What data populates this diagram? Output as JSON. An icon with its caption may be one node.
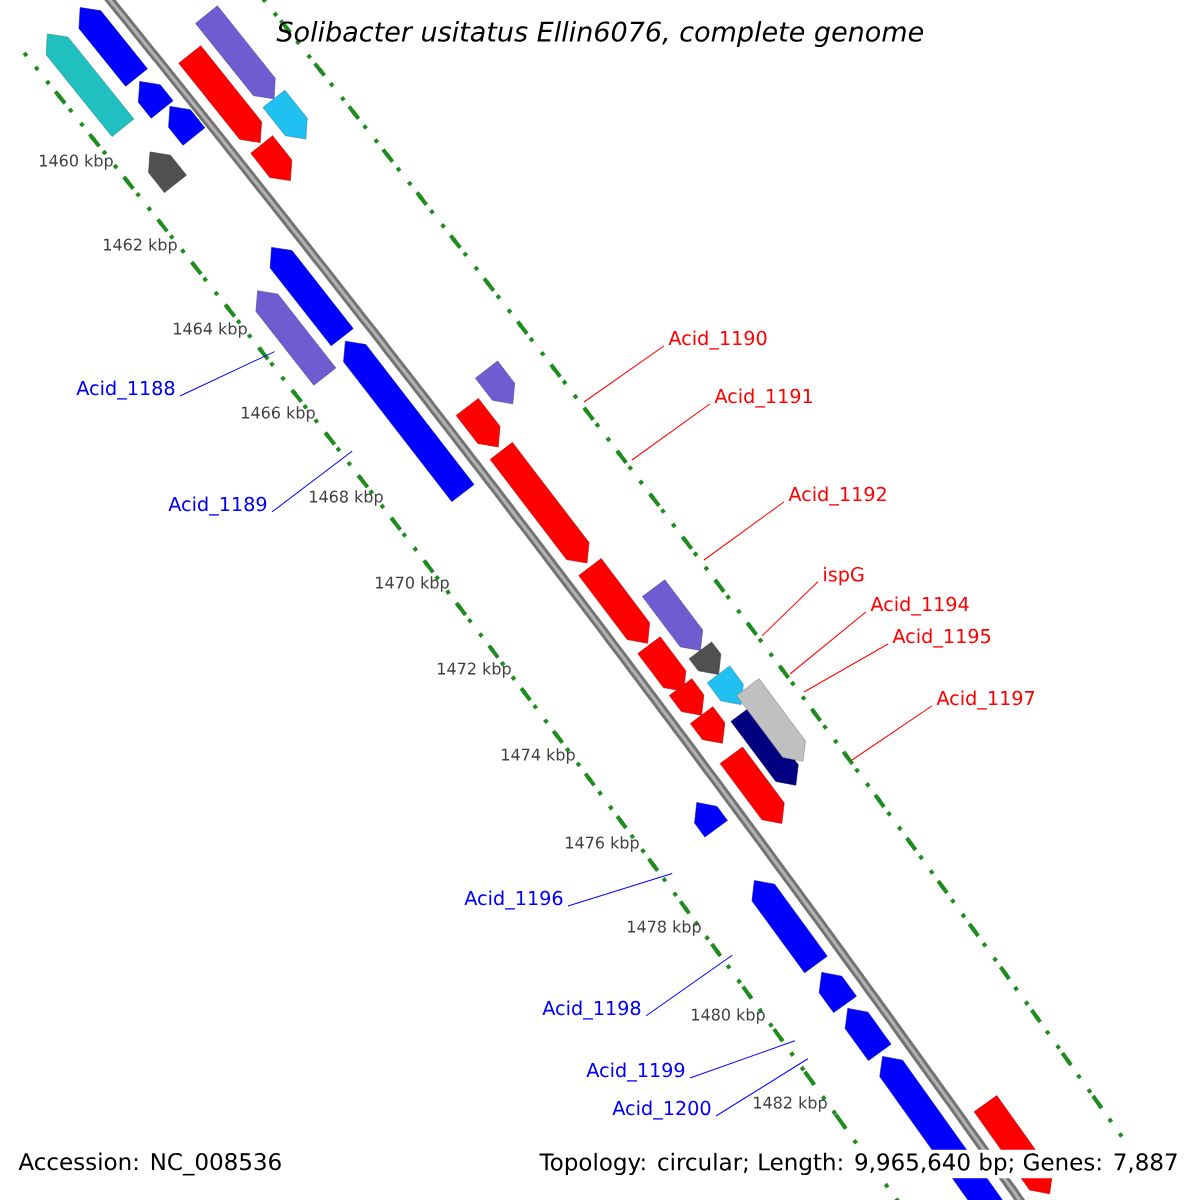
{
  "diagram": {
    "title": "Solibacter usitatus Ellin6076, complete genome",
    "nodes": [
      {
        "text": [
          "Acid_1188"
        ]
      },
      {
        "text": [
          "Acid_1189"
        ]
      },
      {
        "text": [
          "Acid_1190"
        ]
      },
      {
        "text": [
          "Acid_1191"
        ]
      },
      {
        "text": [
          "Acid_1192"
        ]
      },
      {
        "text": [
          "ispG"
        ]
      },
      {
        "text": [
          "Acid_1194"
        ]
      },
      {
        "text": [
          "Acid_1195"
        ]
      },
      {
        "text": [
          "Acid_1197"
        ]
      },
      {
        "text": [
          "Acid_1196"
        ]
      },
      {
        "text": [
          "Acid_1198"
        ]
      },
      {
        "text": [
          "Acid_1199"
        ]
      },
      {
        "text": [
          "Acid_1200"
        ]
      }
    ],
    "edges": [
      {
        "from": 0,
        "to": null,
        "arrow": "none",
        "color": "#0000ff"
      },
      {
        "from": 1,
        "to": null,
        "arrow": "none",
        "color": "#0000ff"
      },
      {
        "from": 2,
        "to": null,
        "arrow": "none"
      },
      {
        "from": 3,
        "to": null,
        "arrow": "none"
      },
      {
        "from": 4,
        "to": null,
        "arrow": "none"
      },
      {
        "from": 5,
        "to": null,
        "arrow": "none"
      },
      {
        "from": 6,
        "to": null,
        "arrow": "none"
      },
      {
        "from": 7,
        "to": null,
        "arrow": "none"
      },
      {
        "from": 8,
        "to": null,
        "arrow": "none"
      },
      {
        "from": 9,
        "to": null,
        "arrow": "none",
        "color": "#0000ff"
      },
      {
        "from": 10,
        "to": null,
        "arrow": "none",
        "color": "#0000ff"
      },
      {
        "from": 11,
        "to": null,
        "arrow": "none",
        "color": "#0000ff"
      },
      {
        "from": 12,
        "to": null,
        "arrow": "none",
        "color": "#0000ff"
      }
    ],
    "labels": [
      "1460 kbp",
      "1462 kbp",
      "1464 kbp",
      "1466 kbp",
      "1468 kbp",
      "1470 kbp",
      "1472 kbp",
      "1474 kbp",
      "1476 kbp",
      "1478 kbp",
      "1480 kbp",
      "1482 kbp",
      "Accession: NC_008536",
      "Topology: circular; Length: 9,965,640 bp; Genes: 7,887"
    ]
  }
}
